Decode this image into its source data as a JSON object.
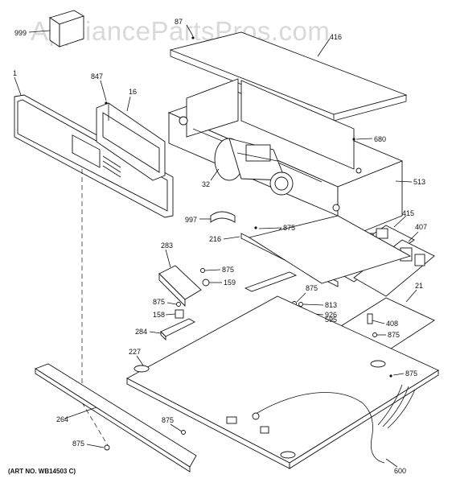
{
  "watermark": "AppliancePartsPros.com",
  "art_number": "(ART NO. WB14503 C)",
  "callouts": {
    "c999": "999",
    "c87": "87",
    "c416": "416",
    "c1": "1",
    "c847": "847",
    "c16": "16",
    "c680": "680",
    "c32": "32",
    "c513": "513",
    "c997": "997",
    "c415": "415",
    "c875_a": "875",
    "c216": "216",
    "c407": "407",
    "c283": "283",
    "c875_b": "875",
    "c159": "159",
    "c875_c": "875",
    "c21": "21",
    "c875_d": "875",
    "c813": "813",
    "c158": "158",
    "c926": "926",
    "c408": "408",
    "c595": "595",
    "c875_e": "875",
    "c284": "284",
    "c227": "227",
    "c875_f": "875",
    "c264": "264",
    "c875_g": "875",
    "c875_h": "875",
    "c600": "600"
  }
}
